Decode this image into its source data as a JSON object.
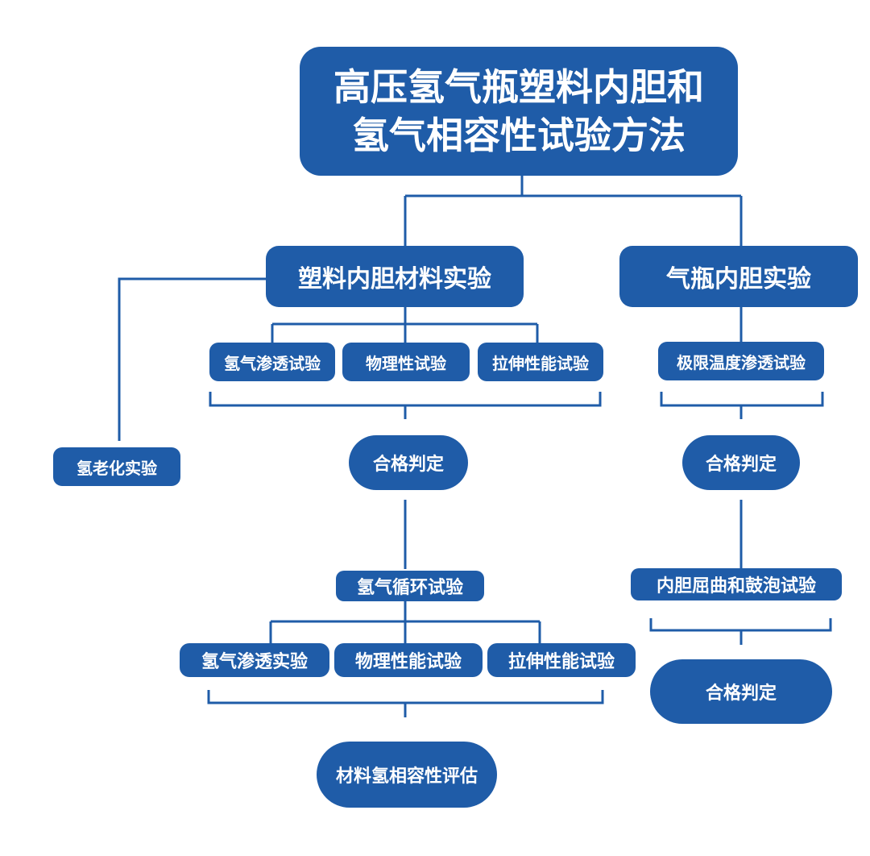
{
  "title": {
    "line1": "高压氢气瓶塑料内胆和",
    "line2": "氢气相容性试验方法"
  },
  "left_branch": {
    "label": "塑料内胆材料实验",
    "tests_1": [
      "氢气渗透试验",
      "物理性试验",
      "拉伸性能试验"
    ],
    "aging": "氢老化实验",
    "judge": "合格判定",
    "cycle": "氢气循环试验",
    "tests_2": [
      "氢气渗透实验",
      "物理性能试验",
      "拉伸性能试验"
    ],
    "evaluation": "材料氢相容性评估"
  },
  "right_branch": {
    "label": "气瓶内胆实验",
    "test_1": "极限温度渗透试验",
    "judge_1": "合格判定",
    "test_2": "内胆屈曲和鼓泡试验",
    "judge_2": "合格判定"
  },
  "colors": {
    "node_fill": "#1f5ca8",
    "connector": "#1f5ca8",
    "text": "#ffffff"
  }
}
